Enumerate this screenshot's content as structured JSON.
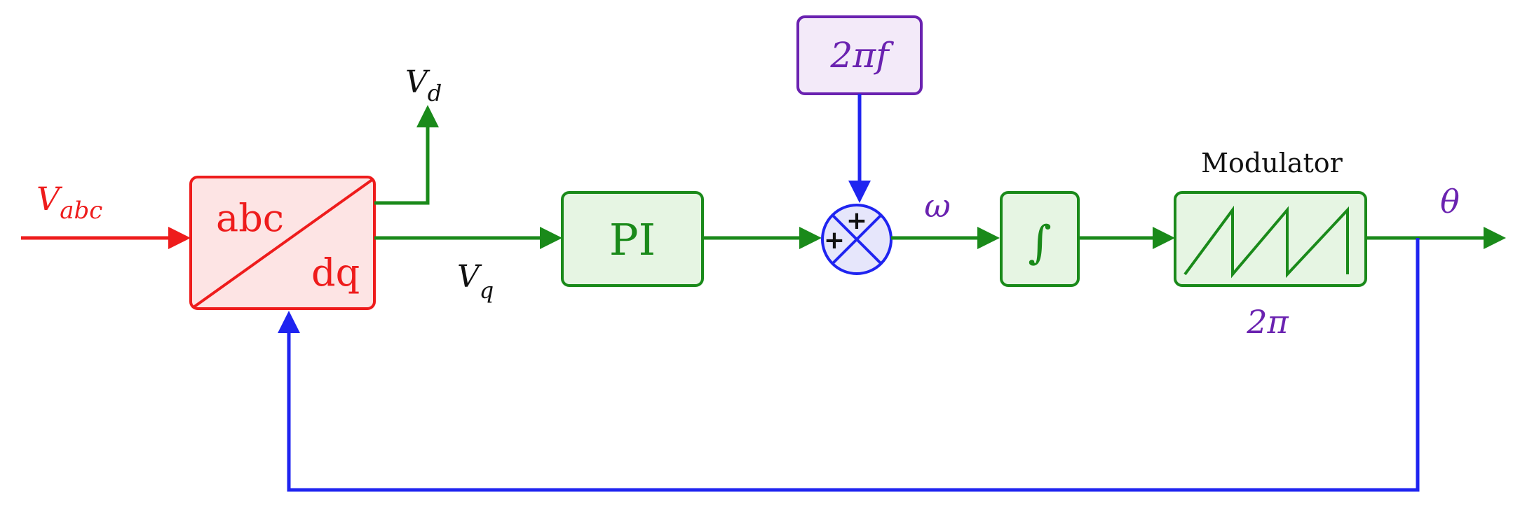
{
  "colors": {
    "red": "#ee1c1c",
    "red_fill": "#fde4e4",
    "green": "#1a8a1a",
    "green_fill": "#e6f5e3",
    "blue": "#1f24f0",
    "purple": "#6a22b0",
    "purple_fill": "#f3eaf9",
    "black": "#111111"
  },
  "input": {
    "symbol": "V",
    "subscript": "abc"
  },
  "transform_block": {
    "top_label": "abc",
    "bottom_label": "dq"
  },
  "vd_output": {
    "symbol": "V",
    "subscript": "d"
  },
  "vq_signal": {
    "symbol": "V",
    "subscript": "q"
  },
  "pi_block": {
    "label": "PI"
  },
  "frequency_block": {
    "label": "2πf"
  },
  "summing_junction": {
    "top_sign": "+",
    "left_sign": "+"
  },
  "omega_signal": {
    "label": "ω"
  },
  "integrator_block": {
    "label": "∫"
  },
  "modulator_block": {
    "title": "Modulator",
    "modulus": "2π"
  },
  "output": {
    "label": "θ"
  }
}
